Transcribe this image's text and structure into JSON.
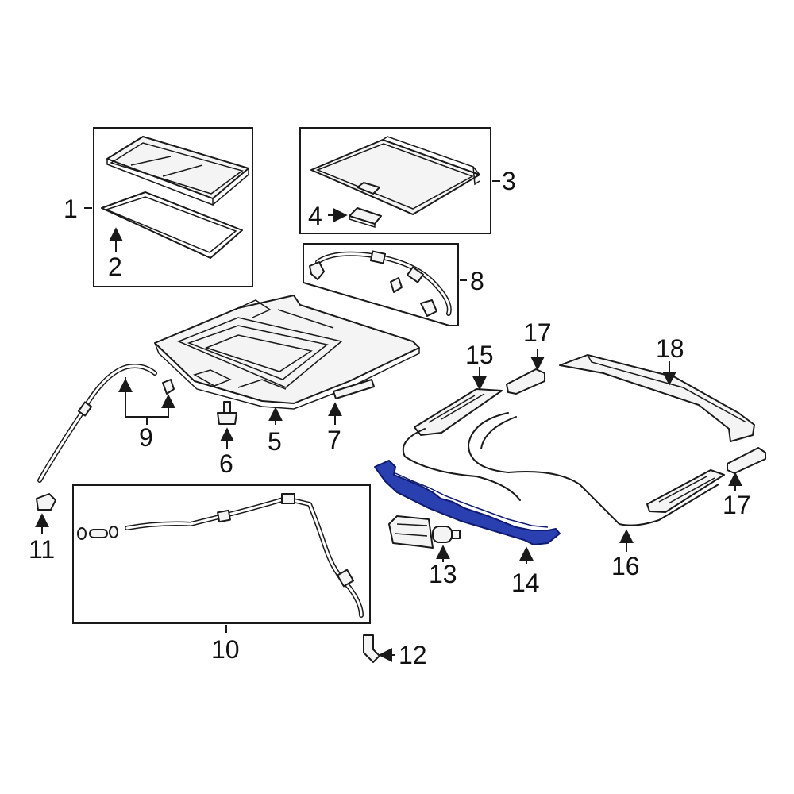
{
  "labels": {
    "l1": "1",
    "l2": "2",
    "l3": "3",
    "l4": "4",
    "l5": "5",
    "l6": "6",
    "l7": "7",
    "l8": "8",
    "l9": "9",
    "l10": "10",
    "l11": "11",
    "l12": "12",
    "l13": "13",
    "l14": "14",
    "l15": "15",
    "l16": "16",
    "l17a": "17",
    "l17b": "17",
    "l18": "18"
  },
  "colors": {
    "highlight": "#2a3fb0",
    "line": "#1a1a1a"
  },
  "highlighted_part": "14"
}
